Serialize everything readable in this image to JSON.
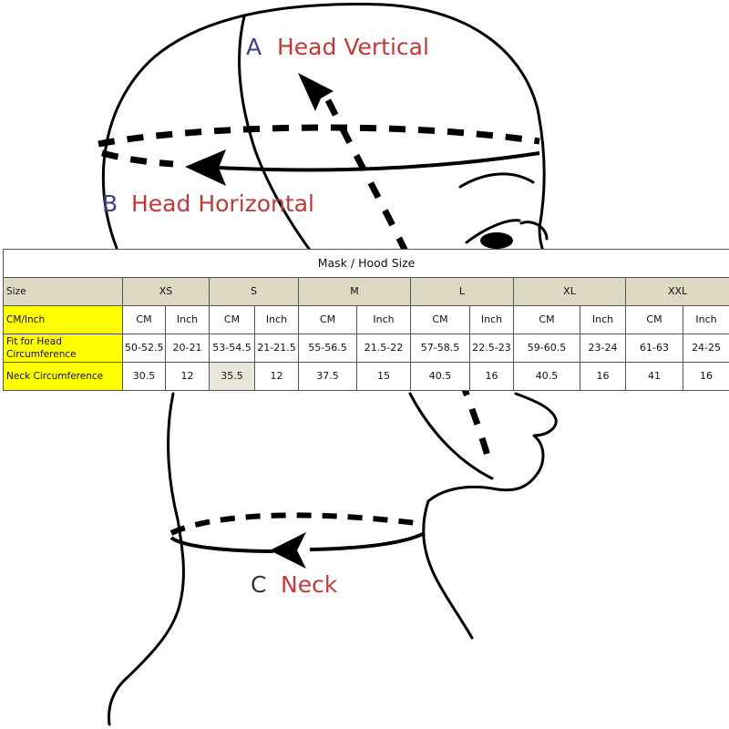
{
  "labels": {
    "a_letter": "A",
    "a_text": "Head Vertical",
    "b_letter": "B",
    "b_text": "Head Horizontal",
    "c_letter": "C",
    "c_text": "Neck"
  },
  "colors": {
    "letter": "#3e3f8c",
    "measurement_word": "#c13a3a",
    "header_bg": "#ddd9c3",
    "highlight": "#ffff00"
  },
  "table": {
    "title": "Mask / Hood Size",
    "size_label": "Size",
    "sizes": [
      "XS",
      "S",
      "M",
      "L",
      "XL",
      "XXL"
    ],
    "unit_label": "CM/Inch",
    "unit_cm": "CM",
    "unit_inch": "Inch",
    "head_label": "Fit for Head Circumference",
    "head_values": [
      {
        "cm": "50-52.5",
        "inch": "20-21"
      },
      {
        "cm": "53-54.5",
        "inch": "21-21.5"
      },
      {
        "cm": "55-56.5",
        "inch": "21.5-22"
      },
      {
        "cm": "57-58.5",
        "inch": "22.5-23"
      },
      {
        "cm": "59-60.5",
        "inch": "23-24"
      },
      {
        "cm": "61-63",
        "inch": "24-25"
      }
    ],
    "neck_label": "Neck Circumference",
    "neck_values": [
      {
        "cm": "30.5",
        "inch": "12"
      },
      {
        "cm": "35.5",
        "inch": "12"
      },
      {
        "cm": "37.5",
        "inch": "15"
      },
      {
        "cm": "40.5",
        "inch": "16"
      },
      {
        "cm": "40.5",
        "inch": "16"
      },
      {
        "cm": "41",
        "inch": "16"
      }
    ]
  }
}
